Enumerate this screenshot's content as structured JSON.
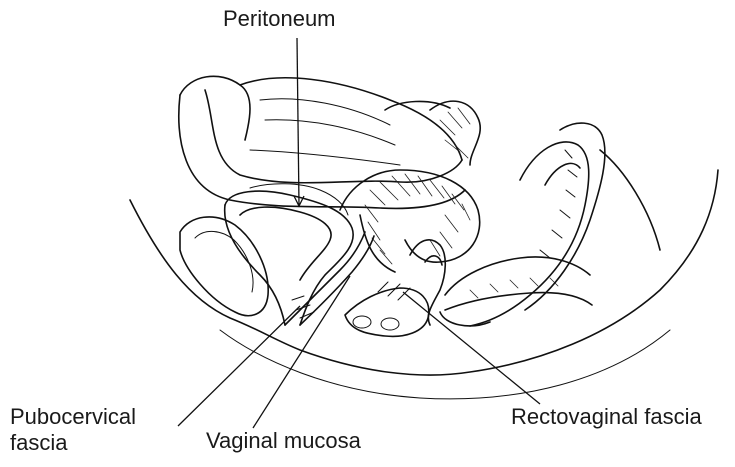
{
  "labels": {
    "peritoneum": "Peritoneum",
    "pubocervical_fascia": [
      "Pubocervical",
      "fascia"
    ],
    "vaginal_mucosa": "Vaginal mucosa",
    "rectovaginal_fascia": "Rectovaginal fascia"
  },
  "colors": {
    "ink": "#111111",
    "background": "#ffffff"
  }
}
